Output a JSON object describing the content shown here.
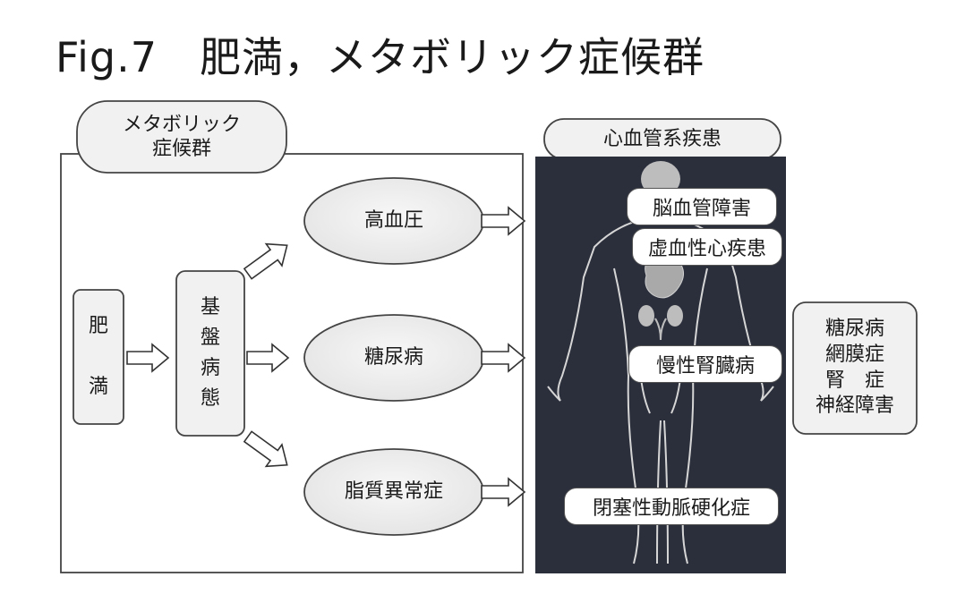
{
  "title": "Fig.7　肥満，メタボリック症候群",
  "metabolic_header": "メタボリック\n症候群",
  "cardio_header": "心血管系疾患",
  "obesity": "肥\n\n満",
  "base_condition": "基\n盤\n病\n態",
  "conditions": [
    "高血圧",
    "糖尿病",
    "脂質異常症"
  ],
  "body_labels": [
    "脳血管障害",
    "虚血性心疾患",
    "慢性腎臓病",
    "閉塞性動脈硬化症"
  ],
  "complications": "糖尿病\n網膜症\n腎　症\n神経障害"
}
